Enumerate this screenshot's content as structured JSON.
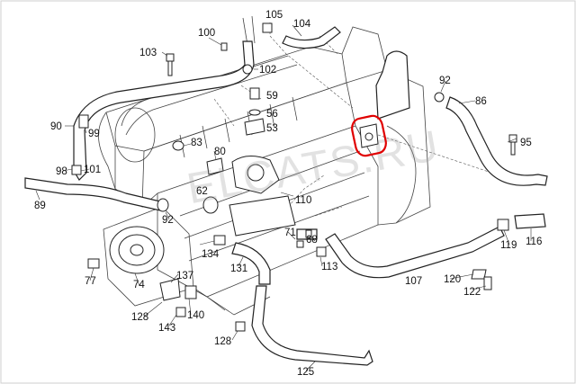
{
  "diagram": {
    "watermark": "ELCATS.RU",
    "highlight_color": "#e00000",
    "line_color": "#222222",
    "part_labels": [
      {
        "id": "105",
        "text": "105"
      },
      {
        "id": "104",
        "text": "104"
      },
      {
        "id": "100",
        "text": "100"
      },
      {
        "id": "103",
        "text": "103"
      },
      {
        "id": "102",
        "text": "102"
      },
      {
        "id": "92a",
        "text": "92"
      },
      {
        "id": "86",
        "text": "86"
      },
      {
        "id": "59",
        "text": "59"
      },
      {
        "id": "56",
        "text": "56"
      },
      {
        "id": "53",
        "text": "53"
      },
      {
        "id": "90",
        "text": "90"
      },
      {
        "id": "99",
        "text": "99"
      },
      {
        "id": "83",
        "text": "83"
      },
      {
        "id": "80",
        "text": "80"
      },
      {
        "id": "95",
        "text": "95"
      },
      {
        "id": "98",
        "text": "98"
      },
      {
        "id": "101",
        "text": "101"
      },
      {
        "id": "62",
        "text": "62"
      },
      {
        "id": "110",
        "text": "110"
      },
      {
        "id": "89",
        "text": "89"
      },
      {
        "id": "92b",
        "text": "92"
      },
      {
        "id": "71",
        "text": "71"
      },
      {
        "id": "68",
        "text": "68"
      },
      {
        "id": "113",
        "text": "113"
      },
      {
        "id": "119",
        "text": "119"
      },
      {
        "id": "116",
        "text": "116"
      },
      {
        "id": "134",
        "text": "134"
      },
      {
        "id": "131",
        "text": "131"
      },
      {
        "id": "77",
        "text": "77"
      },
      {
        "id": "137",
        "text": "137"
      },
      {
        "id": "74",
        "text": "74"
      },
      {
        "id": "107",
        "text": "107"
      },
      {
        "id": "120",
        "text": "120"
      },
      {
        "id": "122",
        "text": "122"
      },
      {
        "id": "128a",
        "text": "128"
      },
      {
        "id": "140",
        "text": "140"
      },
      {
        "id": "143",
        "text": "143"
      },
      {
        "id": "128b",
        "text": "128"
      },
      {
        "id": "125",
        "text": "125"
      }
    ]
  }
}
